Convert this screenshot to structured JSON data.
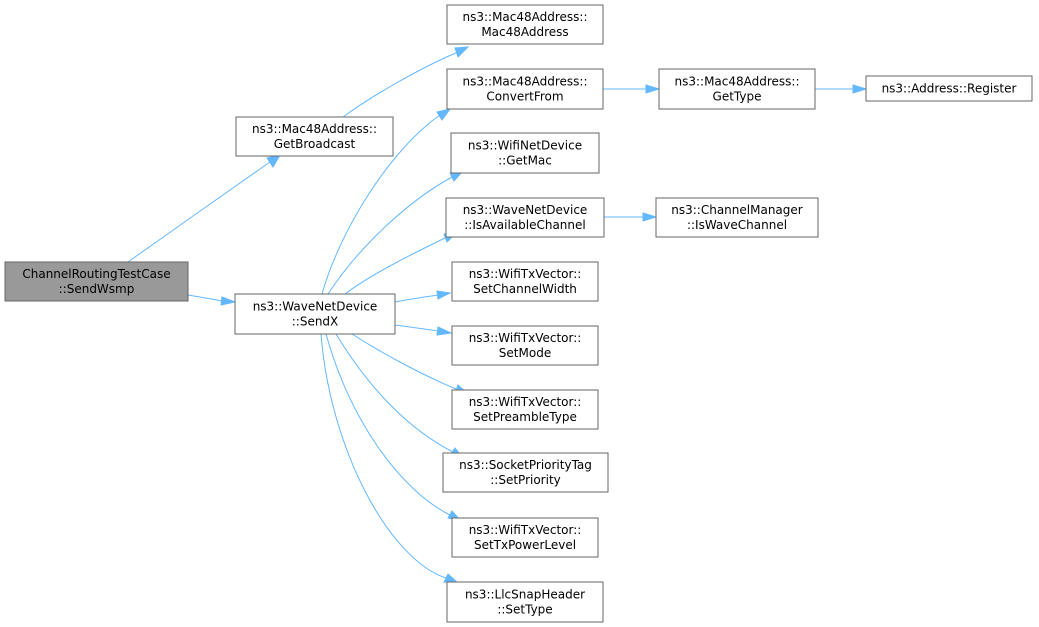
{
  "graph": {
    "nodes": [
      {
        "id": "n0",
        "lines": [
          "ChannelRoutingTestCase",
          "::SendWsmp"
        ],
        "root": true
      },
      {
        "id": "n1",
        "lines": [
          "ns3::Mac48Address::",
          "GetBroadcast"
        ]
      },
      {
        "id": "n2",
        "lines": [
          "ns3::WaveNetDevice",
          "::SendX"
        ]
      },
      {
        "id": "n3",
        "lines": [
          "ns3::Mac48Address::",
          "Mac48Address"
        ]
      },
      {
        "id": "n4",
        "lines": [
          "ns3::Mac48Address::",
          "ConvertFrom"
        ]
      },
      {
        "id": "n5",
        "lines": [
          "ns3::WifiNetDevice",
          "::GetMac"
        ]
      },
      {
        "id": "n6",
        "lines": [
          "ns3::WaveNetDevice",
          "::IsAvailableChannel"
        ]
      },
      {
        "id": "n7",
        "lines": [
          "ns3::WifiTxVector::",
          "SetChannelWidth"
        ]
      },
      {
        "id": "n8",
        "lines": [
          "ns3::WifiTxVector::",
          "SetMode"
        ]
      },
      {
        "id": "n9",
        "lines": [
          "ns3::WifiTxVector::",
          "SetPreambleType"
        ]
      },
      {
        "id": "n10",
        "lines": [
          "ns3::SocketPriorityTag",
          "::SetPriority"
        ]
      },
      {
        "id": "n11",
        "lines": [
          "ns3::WifiTxVector::",
          "SetTxPowerLevel"
        ]
      },
      {
        "id": "n12",
        "lines": [
          "ns3::LlcSnapHeader",
          "::SetType"
        ]
      },
      {
        "id": "n13",
        "lines": [
          "ns3::Mac48Address::",
          "GetType"
        ]
      },
      {
        "id": "n14",
        "lines": [
          "ns3::Address::Register"
        ]
      },
      {
        "id": "n15",
        "lines": [
          "ns3::ChannelManager",
          "::IsWaveChannel"
        ]
      }
    ],
    "edges": [
      {
        "from": "n0",
        "to": "n1"
      },
      {
        "from": "n0",
        "to": "n2"
      },
      {
        "from": "n1",
        "to": "n3"
      },
      {
        "from": "n2",
        "to": "n4"
      },
      {
        "from": "n2",
        "to": "n5"
      },
      {
        "from": "n2",
        "to": "n6"
      },
      {
        "from": "n2",
        "to": "n7"
      },
      {
        "from": "n2",
        "to": "n8"
      },
      {
        "from": "n2",
        "to": "n9"
      },
      {
        "from": "n2",
        "to": "n10"
      },
      {
        "from": "n2",
        "to": "n11"
      },
      {
        "from": "n2",
        "to": "n12"
      },
      {
        "from": "n4",
        "to": "n13"
      },
      {
        "from": "n13",
        "to": "n14"
      },
      {
        "from": "n6",
        "to": "n15"
      }
    ],
    "colors": {
      "edge": "#63b8ff",
      "node_border": "#666666",
      "root_fill": "#999999",
      "node_fill": "#ffffff"
    }
  }
}
